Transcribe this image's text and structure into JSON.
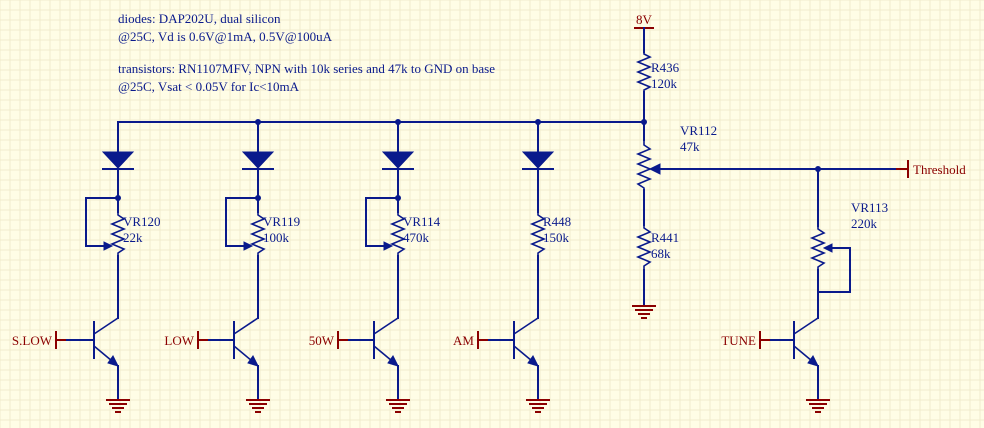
{
  "notes": {
    "line1": "diodes: DAP202U, dual silicon",
    "line2": "@25C, Vd is 0.6V@1mA, 0.5V@100uA",
    "line3": "transistors: RN1107MFV, NPN with 10k series and 47k to GND on base",
    "line4": "@25C, Vsat < 0.05V for Ic<10mA"
  },
  "power": {
    "supply": "8V"
  },
  "components": {
    "R436": {
      "ref": "R436",
      "value": "120k"
    },
    "VR112": {
      "ref": "VR112",
      "value": "47k"
    },
    "R441": {
      "ref": "R441",
      "value": "68k"
    },
    "VR120": {
      "ref": "VR120",
      "value": "22k"
    },
    "VR119": {
      "ref": "VR119",
      "value": "100k"
    },
    "VR114": {
      "ref": "VR114",
      "value": "470k"
    },
    "R448": {
      "ref": "R448",
      "value": "150k"
    },
    "VR113": {
      "ref": "VR113",
      "value": "220k"
    }
  },
  "ports": {
    "slow": "S.LOW",
    "low": "LOW",
    "w50": "50W",
    "am": "AM",
    "tune": "TUNE",
    "threshold": "Threshold"
  },
  "colors": {
    "wire": "#0a1a8c",
    "power": "#8b0000",
    "background": "#fffde6"
  }
}
